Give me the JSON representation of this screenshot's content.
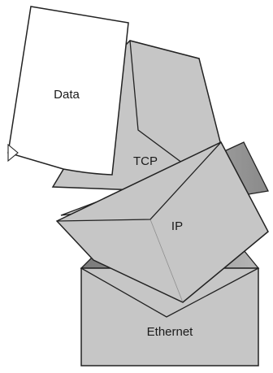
{
  "diagram": {
    "colors": {
      "envelope_fill": "#c6c6c6",
      "envelope_shadow": "#8e8e8e",
      "outline": "#222222",
      "paper": "#ffffff"
    },
    "layers": [
      {
        "id": "data",
        "label": "Data"
      },
      {
        "id": "tcp",
        "label": "TCP"
      },
      {
        "id": "ip",
        "label": "IP"
      },
      {
        "id": "ethernet",
        "label": "Ethernet"
      }
    ]
  }
}
